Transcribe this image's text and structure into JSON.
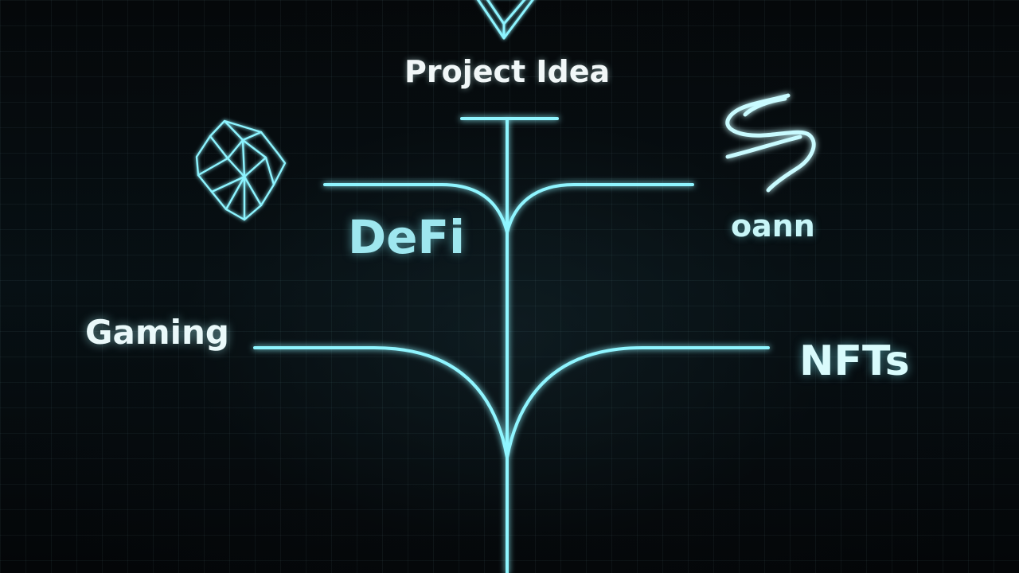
{
  "diagram": {
    "root_label": "Project Idea",
    "branches": {
      "defi": "DeFi",
      "oann": "oann",
      "gaming": "Gaming",
      "nfts": "NFTs"
    },
    "icons": {
      "top": "crystal-icon",
      "left": "gem-icon",
      "right": "swirl-logo-icon"
    },
    "colors": {
      "background": "#06090b",
      "line": "#8ff5ff",
      "glow": "#47d8e8",
      "text_primary": "#f1f7f8",
      "text_accent": "#9ee7ef"
    }
  }
}
